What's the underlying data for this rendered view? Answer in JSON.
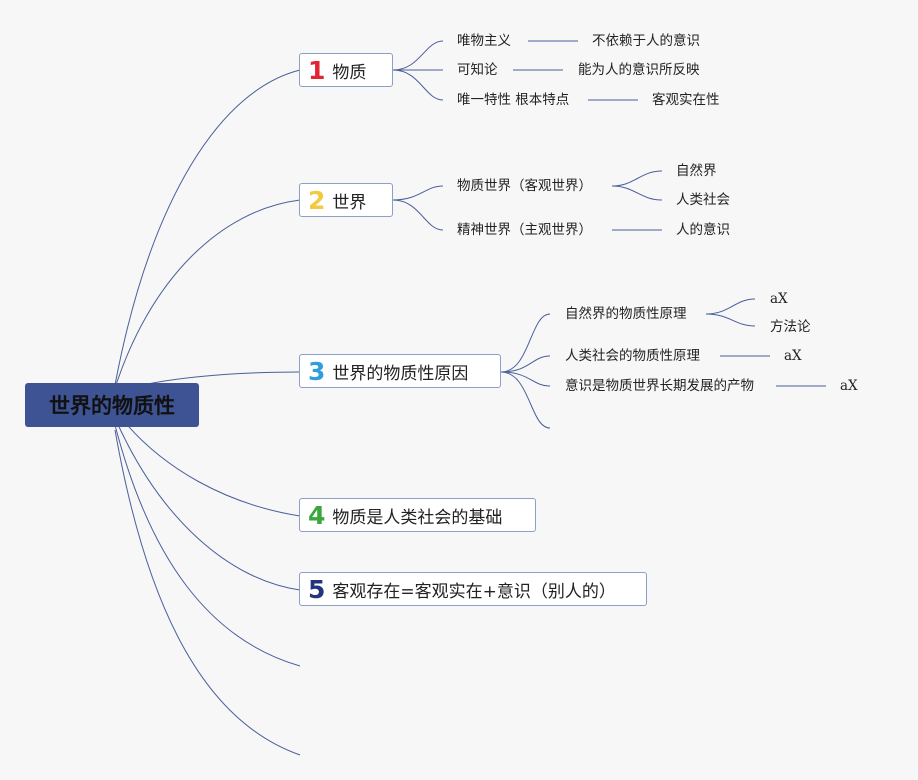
{
  "root": "世界的物质性",
  "branches": [
    {
      "num": "1",
      "label": "物质",
      "items": [
        {
          "text": "唯物主义",
          "leaf": "不依赖于人的意识"
        },
        {
          "text": "可知论",
          "leaf": "能为人的意识所反映"
        },
        {
          "text": "唯一特性 根本特点",
          "leaf": "客观实在性"
        }
      ]
    },
    {
      "num": "2",
      "label": "世界",
      "items": [
        {
          "text": "物质世界（客观世界）",
          "leaves": [
            "自然界",
            "人类社会"
          ]
        },
        {
          "text": "精神世界（主观世界）",
          "leaf": "人的意识"
        }
      ]
    },
    {
      "num": "3",
      "label": "世界的物质性原因",
      "items": [
        {
          "text": "自然界的物质性原理",
          "leaves": [
            "aX",
            "方法论"
          ]
        },
        {
          "text": "人类社会的物质性原理",
          "leaf": "aX"
        },
        {
          "text": "意识是物质世界长期发展的产物",
          "leaf": "aX"
        }
      ]
    },
    {
      "num": "4",
      "label": "物质是人类社会的基础"
    },
    {
      "num": "5",
      "label": "客观存在=客观实在+意识（别人的）"
    }
  ],
  "colors": {
    "root_bg": "#3d5393",
    "line": "#4a5f9a",
    "box_border": "#8c9fc4",
    "num1": "#e32432",
    "num2": "#f5c842",
    "num3": "#2f9fdc",
    "num4": "#3aa63c",
    "num5": "#23357e"
  }
}
